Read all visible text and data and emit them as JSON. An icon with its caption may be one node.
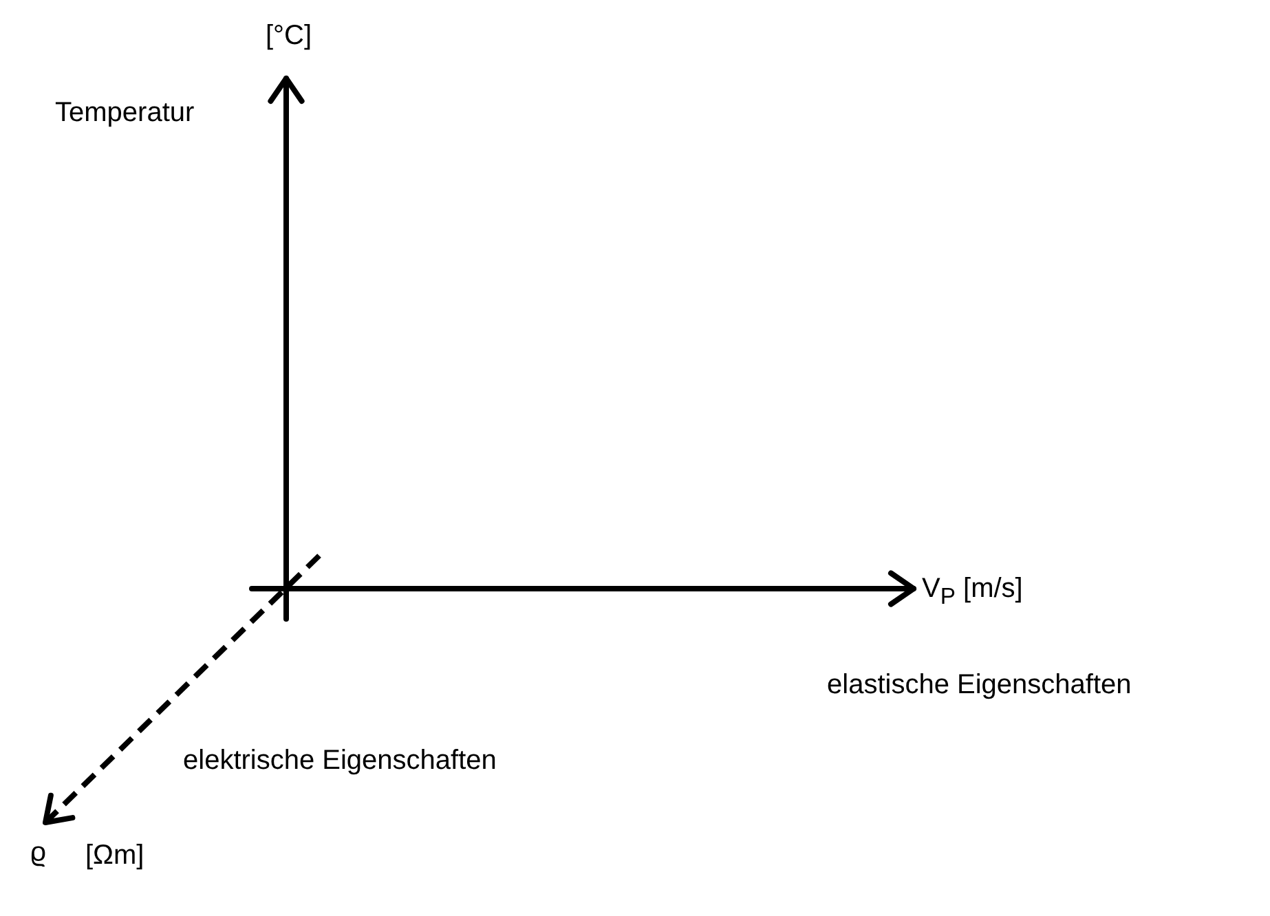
{
  "diagram": {
    "labels": [
      "[°C]",
      "Temperatur",
      "V$_{P}$ [m/s]",
      "elastische Eigenschaften",
      "elektrische Eigenschaften",
      "ϱ",
      "[Ωm]"
    ]
  }
}
